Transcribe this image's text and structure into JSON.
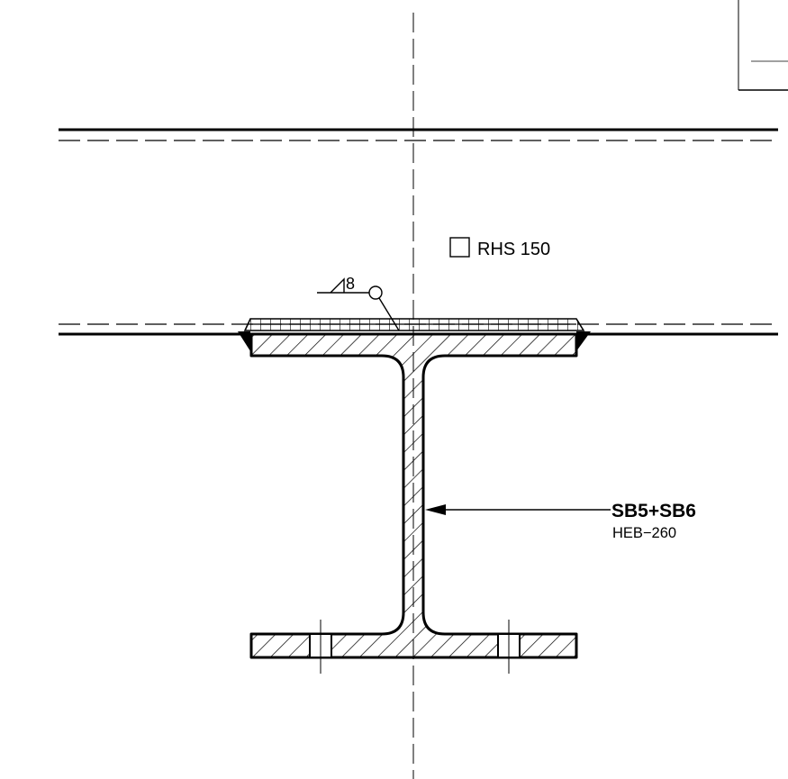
{
  "drawing": {
    "member_label": "RHS 150",
    "weld_size": "8",
    "part_mark": "SB5+SB6",
    "part_profile": "HEB−260",
    "colors": {
      "line": "#000000",
      "background": "#ffffff"
    }
  }
}
